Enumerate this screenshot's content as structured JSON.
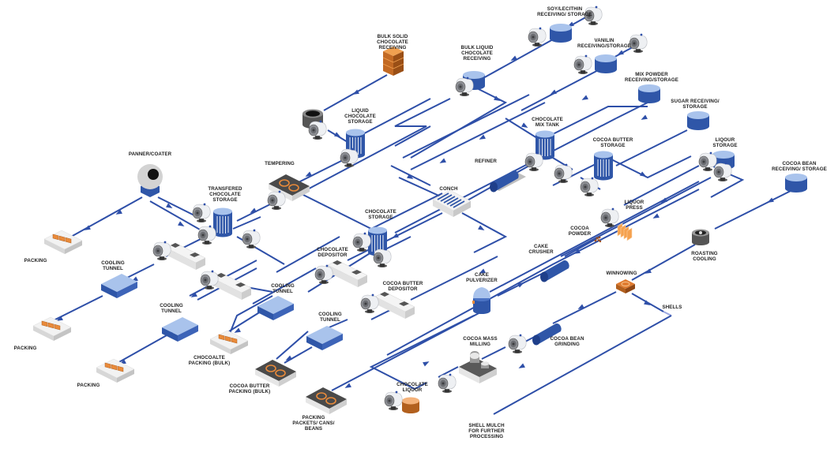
{
  "title": "Chocolate Processing Flow Diagram",
  "colors": {
    "pipe": "#2e4fa8",
    "tank_dark": "#2f56a8",
    "tank_light": "#a9c3ec",
    "orange": "#e98a3a",
    "brown": "#b2601e",
    "grey_machine": "#d9d9d9",
    "dark_panel": "#4a4a4a"
  },
  "labels": {
    "soy_lecithin": [
      "SOY/LECITHIN",
      "RECEIVING/ STORAGE"
    ],
    "vanilin": [
      "VANILIN",
      "RECEIVING/STORAGE"
    ],
    "mix_powder": [
      "MIX POWDER",
      "RECEIVING/STORAGE"
    ],
    "sugar": [
      "SUGAR RECEIVING/",
      "STORAGE"
    ],
    "liquor_storage": [
      "LIQOUR",
      "STORAGE"
    ],
    "cocoa_bean_receiving": [
      "COCOA BEAN",
      "RECEIVING/ STORAGE"
    ],
    "bulk_solid": [
      "BULK SOLID",
      "CHOCOLATE",
      "RECEIVING"
    ],
    "bulk_liquid": [
      "BULK LIQUID",
      "CHOCOLATE",
      "RECEIVING"
    ],
    "liquid_choc_storage": [
      "LIQUID",
      "CHOCOLATE",
      "STORAGE"
    ],
    "chocolate_mix_tank": [
      "CHOCOLATE",
      "MIX TANK"
    ],
    "cocoa_butter_storage": [
      "COCOA BUTTER",
      "STORAGE"
    ],
    "refiner": [
      "REFINER"
    ],
    "conch": [
      "CONCH"
    ],
    "panner_coater": [
      "PANNER/COATER"
    ],
    "tempering": [
      "TEMPERING"
    ],
    "transfered_storage": [
      "TRANSFERED",
      "CHOCOLATE",
      "STORAGE"
    ],
    "chocolate_storage": [
      "CHOCOLATE",
      "STORAGE"
    ],
    "chocolate_depositor": [
      "CHOCOLATE",
      "DEPOSITOR"
    ],
    "cocoa_butter_depositor": [
      "COCOA BUTTER",
      "DEPOSITOR"
    ],
    "liquor_press": [
      "LIQUOR",
      "PRESS"
    ],
    "cocoa_powder": [
      "COCOA",
      "POWDER"
    ],
    "cake_crusher": [
      "CAKE",
      "CRUSHER"
    ],
    "cake_pulverizer": [
      "CAKE",
      "PULVERIZER"
    ],
    "roasting_cooling": [
      "ROASTING",
      "COOLING"
    ],
    "winnowing": [
      "WINNOWING"
    ],
    "shells": [
      "SHELLS"
    ],
    "cocoa_bean_grinding": [
      "COCOA BEAN",
      "GRINDING"
    ],
    "cocoa_mass_milling": [
      "COCOA MASS",
      "MILLING"
    ],
    "chocolate_liquor": [
      "CHOCOLATE",
      "LIQUOR"
    ],
    "shell_mulch": [
      "SHELL MULCH",
      "FOR FURTHER",
      "PROCESSING"
    ],
    "packing_1": [
      "PACKING"
    ],
    "packing_2": [
      "PACKING"
    ],
    "packing_3": [
      "PACKING"
    ],
    "cooling_tunnel_1": [
      "COOLING",
      "TUNNEL"
    ],
    "cooling_tunnel_2": [
      "COOLING",
      "TUNNEL"
    ],
    "cooling_tunnel_3": [
      "COOLING",
      "TUNNEL"
    ],
    "cooling_tunnel_4": [
      "COOLING",
      "TUNNEL"
    ],
    "chocolate_packing_bulk": [
      "CHOCOALTE",
      "PACKING (BULK)"
    ],
    "cocoa_butter_packing_bulk": [
      "COCOA BUTTER",
      "PACKING (BULK)"
    ],
    "packing_packets": [
      "PACKING",
      "PACKETS/ CANS/",
      "BEANS"
    ]
  },
  "icons": {
    "pump": "pump-icon",
    "tank": "storage-tank-icon",
    "silo": "silo-icon",
    "cooling_tunnel": "cooling-tunnel-icon",
    "packing_tray": "packing-tray-icon",
    "depositor": "depositor-icon",
    "hob": "tempering-plate-icon",
    "crate": "crate-icon",
    "roller": "roller-icon",
    "press": "press-icon",
    "winnower": "winnower-icon",
    "roaster": "roaster-icon",
    "melter": "melter-icon",
    "coater": "coater-drum-icon",
    "mill": "mill-icon",
    "conch": "conch-icon"
  }
}
